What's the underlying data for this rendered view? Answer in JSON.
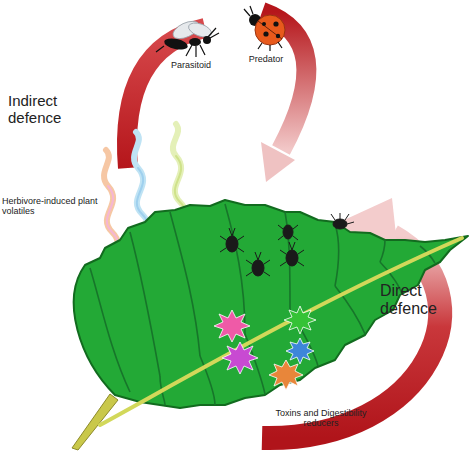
{
  "diagram": {
    "labels": [
      "Indirect defence",
      "Parasitoid",
      "Predator",
      "Herbivore-induced plant volatiles",
      "Direct defence",
      "Toxins and Digestibility reducers"
    ]
  }
}
